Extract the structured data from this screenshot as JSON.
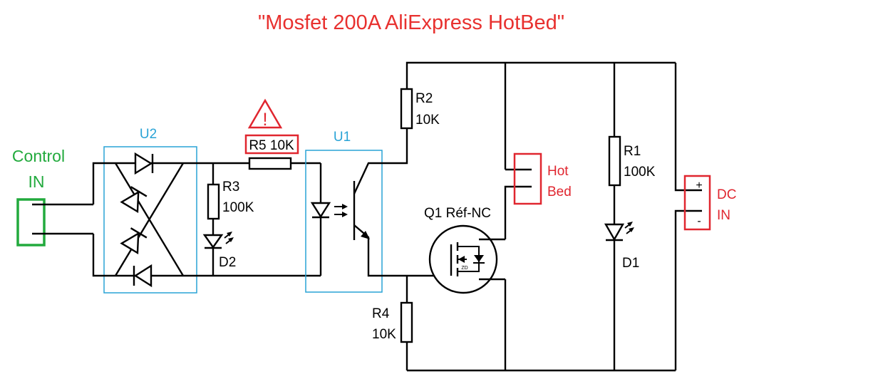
{
  "title": "\"Mosfet 200A AliExpress HotBed\"",
  "colors": {
    "title": "#e8312f",
    "green": "#22aa3d",
    "cyan": "#29a3d6",
    "red": "#e0262f",
    "black": "#000000"
  },
  "labels": {
    "control_in_line1": "Control",
    "control_in_line2": "IN",
    "u2": "U2",
    "u1": "U1",
    "r5": "R5 10K",
    "r3_name": "R3",
    "r3_value": "100K",
    "d2": "D2",
    "r2_name": "R2",
    "r2_value": "10K",
    "q1": "Q1 Réf-NC",
    "r4_name": "R4",
    "r4_value": "10K",
    "hot_bed_line1": "Hot",
    "hot_bed_line2": "Bed",
    "r1_name": "R1",
    "r1_value": "100K",
    "d1": "D1",
    "dc_in_line1": "DC",
    "dc_in_line2": "IN",
    "plus": "+",
    "minus": "-",
    "warning_symbol": "!"
  }
}
